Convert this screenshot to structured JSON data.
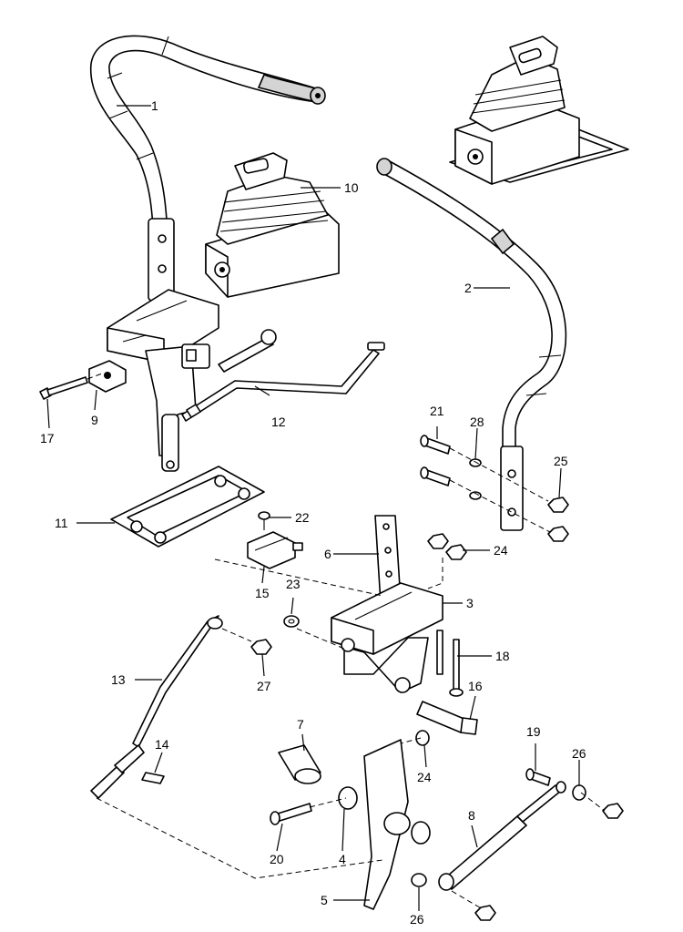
{
  "callouts": {
    "c1": "1",
    "c2": "2",
    "c3": "3",
    "c4": "4",
    "c5": "5",
    "c6": "6",
    "c7": "7",
    "c8": "8",
    "c9": "9",
    "c10": "10",
    "c11": "11",
    "c12": "12",
    "c13": "13",
    "c14": "14",
    "c15": "15",
    "c16": "16",
    "c17": "17",
    "c18": "18",
    "c19": "19",
    "c20": "20",
    "c21": "21",
    "c22": "22",
    "c23": "23",
    "c24a": "24",
    "c24b": "24",
    "c25": "25",
    "c26a": "26",
    "c26b": "26",
    "c27": "27",
    "c28": "28"
  }
}
